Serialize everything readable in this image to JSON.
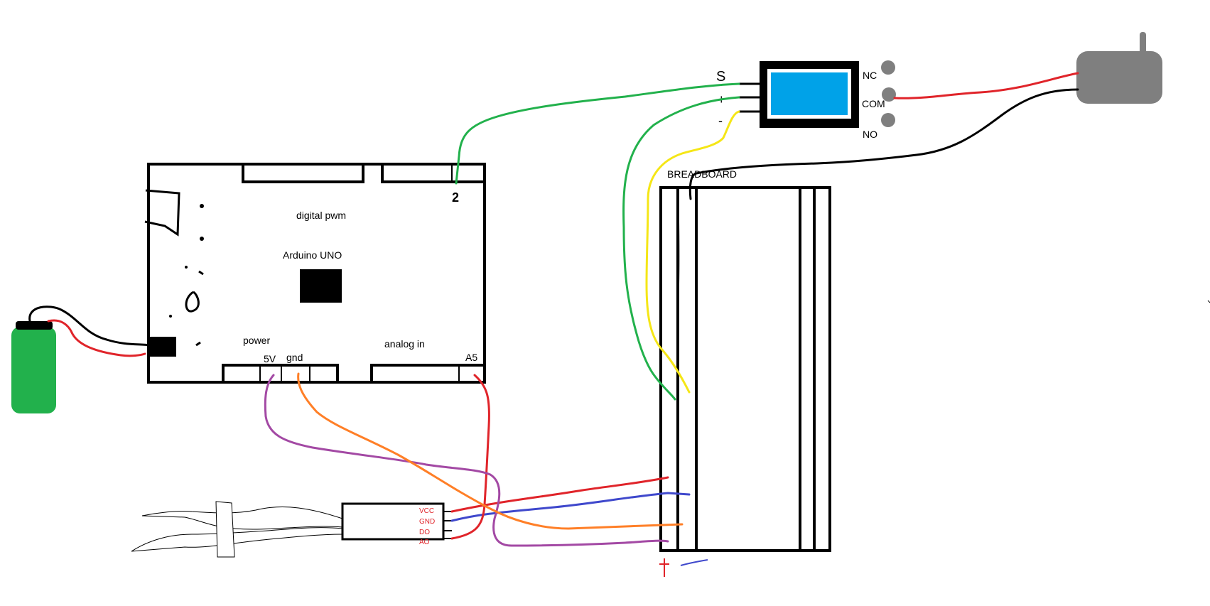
{
  "colors": {
    "green_wire": "#22b14c",
    "yellow_wire": "#f5e616",
    "red_wire": "#e0242a",
    "black_wire": "#000000",
    "purple_wire": "#a349a4",
    "orange_wire": "#ff7f27",
    "blue_wire": "#3f48cc",
    "battery": "#22b14c",
    "relay_screen": "#00a2e8",
    "pump": "#7f7f7f"
  },
  "arduino": {
    "label_digital": "digital pwm",
    "label_name": "Arduino UNO",
    "label_power": "power",
    "label_analog": "analog in",
    "pin_5v": "5V",
    "pin_gnd": "gnd",
    "pin_a5": "A5",
    "pin_digital": "2"
  },
  "relay": {
    "pin_s": "S",
    "pin_plus": "+",
    "pin_minus": "-",
    "term_nc": "NC",
    "term_com": "COM",
    "term_no": "NO"
  },
  "breadboard": {
    "label": "BREADBOARD"
  },
  "sensor": {
    "pin_vcc": "VCC",
    "pin_gnd": "GND",
    "pin_do": "DO",
    "pin_ao": "AO"
  },
  "icons": {
    "battery": "battery-icon",
    "pump": "water-pump-icon",
    "probe": "soil-probe-icon"
  }
}
